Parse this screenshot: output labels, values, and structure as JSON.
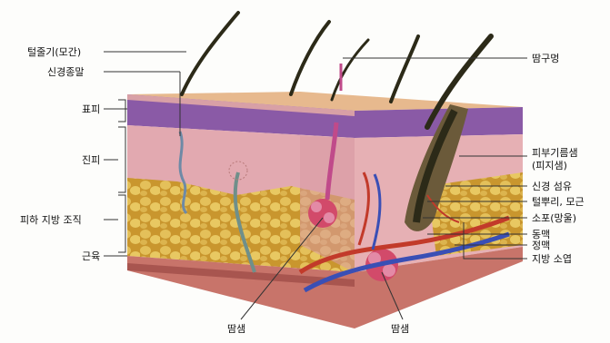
{
  "labels": {
    "hair_shaft": "털줄기(모간)",
    "nerve_ending": "신경종말",
    "epidermis": "표피",
    "dermis": "진피",
    "hypodermis": "피하 지방 조직",
    "muscle": "근육",
    "pore": "땀구멍",
    "sebaceous_gland_1": "피부기름샘",
    "sebaceous_gland_2": "(피지샘)",
    "nerve_fiber": "신경 섬유",
    "hair_root": "털뿌리, 모근",
    "follicle": "소포(망울)",
    "artery": "동맥",
    "vein": "정맥",
    "fat_lobule": "지방 소엽",
    "sweat_gland_left": "땀샘",
    "sweat_gland_bottom": "땀샘"
  },
  "colors": {
    "epidermis_top": "#e7b98e",
    "epidermis_band": "#8a5aa6",
    "dermis": "#e2a9b0",
    "fat": "#d9b24a",
    "artery": "#c23a2a",
    "vein": "#3a4fb5",
    "hair": "#2c2a18"
  }
}
